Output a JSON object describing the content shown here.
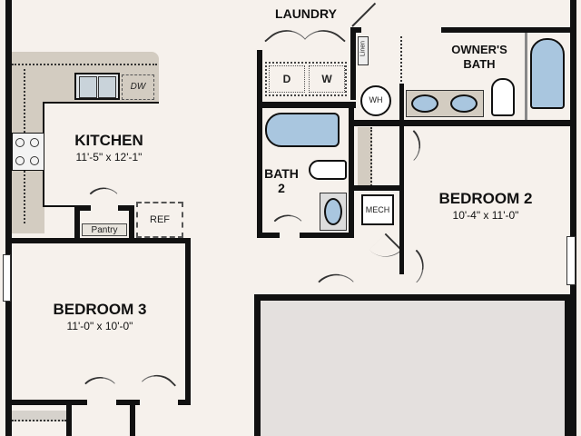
{
  "plan": {
    "rooms": {
      "kitchen": {
        "name": "KITCHEN",
        "dims": "11'-5\" x 12'-1\""
      },
      "laundry": {
        "name": "LAUNDRY"
      },
      "owners_bath": {
        "name": "OWNER'S\nBATH",
        "line1": "OWNER'S",
        "line2": "BATH"
      },
      "bath2": {
        "line1": "BATH",
        "line2": "2"
      },
      "bedroom2": {
        "name": "BEDROOM 2",
        "dims": "10'-4\" x 11'-0\""
      },
      "bedroom3": {
        "name": "BEDROOM 3",
        "dims": "11'-0\" x 10'-0\""
      },
      "garage": {
        "name": ""
      }
    },
    "fixtures": {
      "dishwasher": "DW",
      "refrigerator": "REF",
      "pantry": "Pantry",
      "dryer": "D",
      "washer": "W",
      "linen": "Linen",
      "water_heater": "WH",
      "mech": "MECH"
    },
    "colors": {
      "wall": "#111111",
      "floor": "#f6f1ec",
      "counter": "#d3ccc1",
      "water_fixture": "#a9c6df",
      "garage": "#e4e0de"
    }
  }
}
